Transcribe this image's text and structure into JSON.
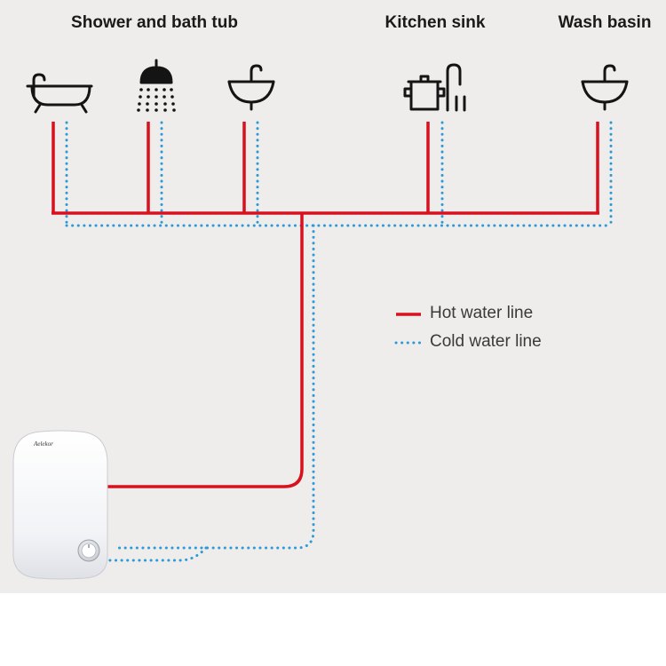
{
  "colors": {
    "background": "#efedeb",
    "hot": "#d9101e",
    "cold": "#2a9ad8",
    "icon": "#141414",
    "heater_body": "#f7f7f9"
  },
  "group_titles": {
    "shower_and_bath": "Shower and bath tub",
    "kitchen": "Kitchen sink",
    "wash_basin": "Wash basin"
  },
  "fixtures": [
    {
      "name": "bathtub",
      "icon": "bathtub-icon"
    },
    {
      "name": "shower",
      "icon": "shower-head-icon"
    },
    {
      "name": "sink",
      "icon": "washbasin-icon"
    },
    {
      "name": "kitchen",
      "icon": "cooking-pot-and-faucet-icon"
    },
    {
      "name": "basin",
      "icon": "washbasin-icon"
    }
  ],
  "legend": {
    "hot": "Hot water line",
    "cold": "Cold water line"
  },
  "heater": {
    "brand": "Aelekor",
    "icon": "control-knob-icon"
  }
}
